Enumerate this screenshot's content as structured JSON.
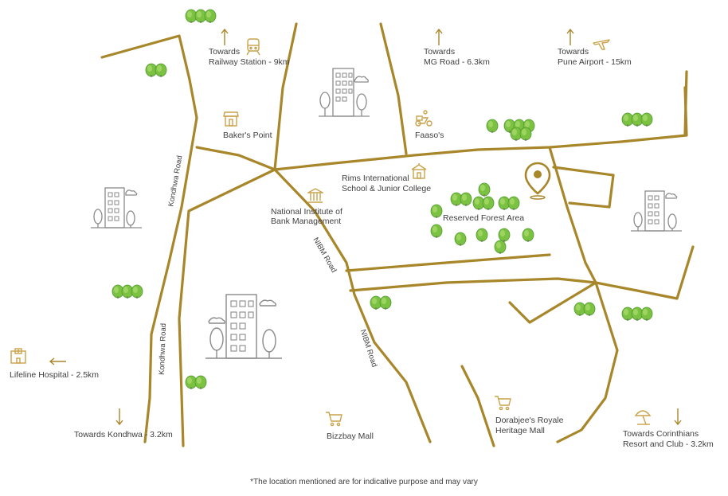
{
  "colors": {
    "road": "#a8862a",
    "icon_gold": "#c9a24a",
    "building": "#8a8a8a",
    "tree_green": "#7cc242",
    "tree_dark": "#4f9a2c",
    "text": "#3f3f3f",
    "pin": "#a8862a"
  },
  "labels": {
    "railway_towards": "Towards",
    "railway": "Railway Station - 9km",
    "mg_towards": "Towards",
    "mg_road": "MG Road - 6.3km",
    "airport_towards": "Towards",
    "airport": "Pune Airport - 15km",
    "bakers_point": "Baker's Point",
    "faasos": "Faaso's",
    "rims_1": "Rims International",
    "rims_2": "School & Junior College",
    "nibm_1": "National Institute of",
    "nibm_2": "Bank Management",
    "reserved_forest": "Reserved Forest Area",
    "lifeline": "Lifeline Hospital - 2.5km",
    "kondhwa": "Towards Kondhwa - 3.2km",
    "bizzbay": "Bizzbay Mall",
    "dorabjee_1": "Dorabjee's Royale",
    "dorabjee_2": "Heritage Mall",
    "corinthians_1": "Towards Corinthians",
    "corinthians_2": "Resort and Club - 3.2km",
    "kondhwa_road_1": "Kondhwa Road",
    "kondhwa_road_2": "Kondhwa Road",
    "nibm_road_1": "NIBM Road",
    "nibm_road_2": "NIBM Road"
  },
  "footnote": "*The location mentioned are for indicative purpose and may vary",
  "icons": {
    "train": "train-icon",
    "airport": "airplane-icon",
    "bakery": "bakery-shop-icon",
    "delivery": "scooter-delivery-icon",
    "school": "school-building-icon",
    "institute": "institute-pillars-icon",
    "hospital": "hospital-icon",
    "mall": "shopping-cart-icon",
    "resort": "beach-umbrella-icon",
    "pin": "location-pin-icon"
  }
}
